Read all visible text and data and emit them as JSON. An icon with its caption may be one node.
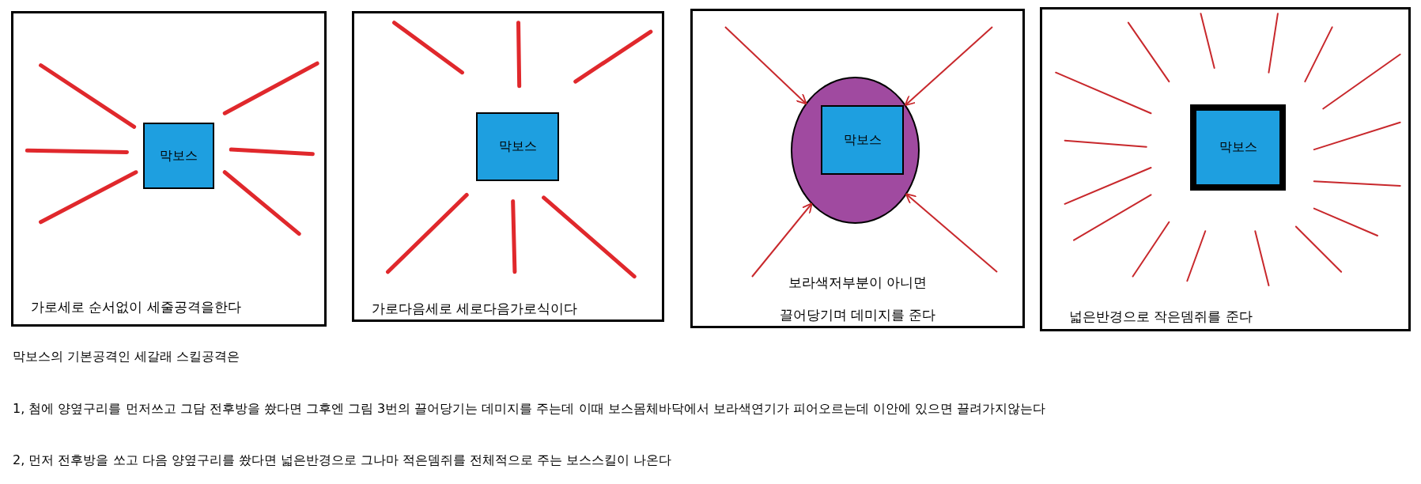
{
  "diagram": {
    "nodes": [
      {
        "text": [
          "가로세로 순서없이 세줄공격을한다"
        ]
      },
      {
        "text": [
          "막보스"
        ],
        "in": 0
      },
      {
        "text": [
          "가로다음세로 세로다음가로식이다"
        ]
      },
      {
        "text": [
          "막보스"
        ],
        "in": 2
      },
      {
        "text": [
          "보라색저부분이 아니면",
          "끌어당기며 데미지를 준다"
        ]
      },
      {
        "text": [],
        "shape": "circle",
        "in": 4
      },
      {
        "text": [
          "막보스"
        ],
        "in": 5
      },
      {
        "text": [
          "넓은반경으로 작은뎀쥐를 준다"
        ]
      },
      {
        "text": [
          "막보스"
        ],
        "in": 7
      }
    ],
    "edges": [
      {
        "from": null,
        "to": 5,
        "arrow": "to"
      },
      {
        "from": null,
        "to": 5,
        "arrow": "to"
      },
      {
        "from": null,
        "to": 5,
        "arrow": "to"
      },
      {
        "from": null,
        "to": 5,
        "arrow": "to"
      }
    ],
    "labels": [
      "막보스의 기본공격인 세갈래 스킬공격은",
      "1, 첨에 양옆구리를 먼저쓰고 그담 전후방을 쐈다면 그후엔 그림 3번의 끌어당기는 데미지를 주는데 이때 보스몸체바닥에서 보라색연기가 피어오르는데 이안에 있으면 끌려가지않는다",
      "2, 먼저 전후방을 쏘고 다음 양옆구리를 쐈다면 넓은반경으로 그나마 적은뎀쥐를 전체적으로 주는 보스스킬이 나온다"
    ]
  }
}
